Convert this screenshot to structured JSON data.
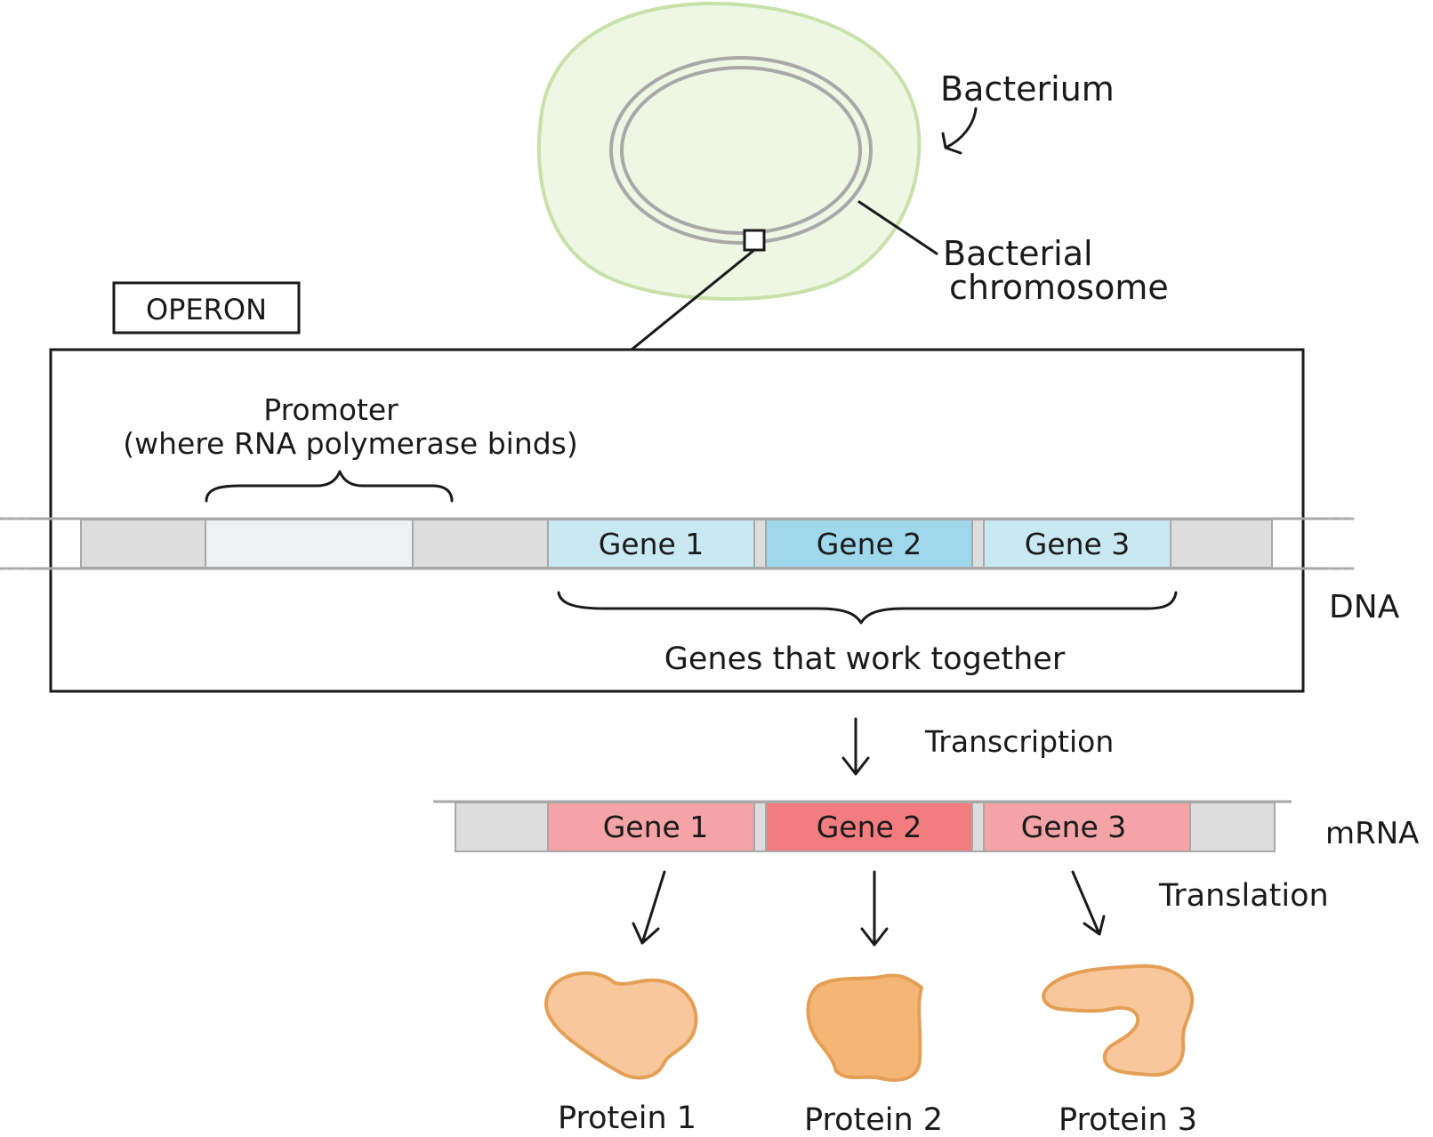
{
  "labels": {
    "bacterium": "Bacterium",
    "chromosome_line1": "Bacterial",
    "chromosome_line2": "chromosome",
    "operon": "OPERON",
    "promoter_line1": "Promoter",
    "promoter_line2": "(where RNA polymerase binds)",
    "genes_together": "Genes that work together",
    "dna": "DNA",
    "transcription": "Transcription",
    "mrna": "mRNA",
    "translation": "Translation"
  },
  "dna_genes": [
    "Gene 1",
    "Gene 2",
    "Gene 3"
  ],
  "mrna_genes": [
    "Gene 1",
    "Gene 2",
    "Gene 3"
  ],
  "proteins": [
    "Protein 1",
    "Protein 2",
    "Protein 3"
  ],
  "colors": {
    "cell_fill": "#eef6e4",
    "cell_stroke": "#c7e1a9",
    "chromosome": "#a8a8a8",
    "dna_flank": "#dddddd",
    "dna_promoter": "#eef0f2",
    "dna_gene1": "#c9e9f2",
    "dna_gene2": "#9ed8ea",
    "dna_gene3": "#c9e9f2",
    "mrna_gene1": "#f4a3a6",
    "mrna_gene2": "#f27c80",
    "mrna_gene3": "#f4a3a6",
    "protein1": "#f8c79c",
    "protein2": "#f5b675",
    "protein3": "#f8c79c",
    "protein_stroke": "#e49f56",
    "outline": "#1a1a1a"
  }
}
